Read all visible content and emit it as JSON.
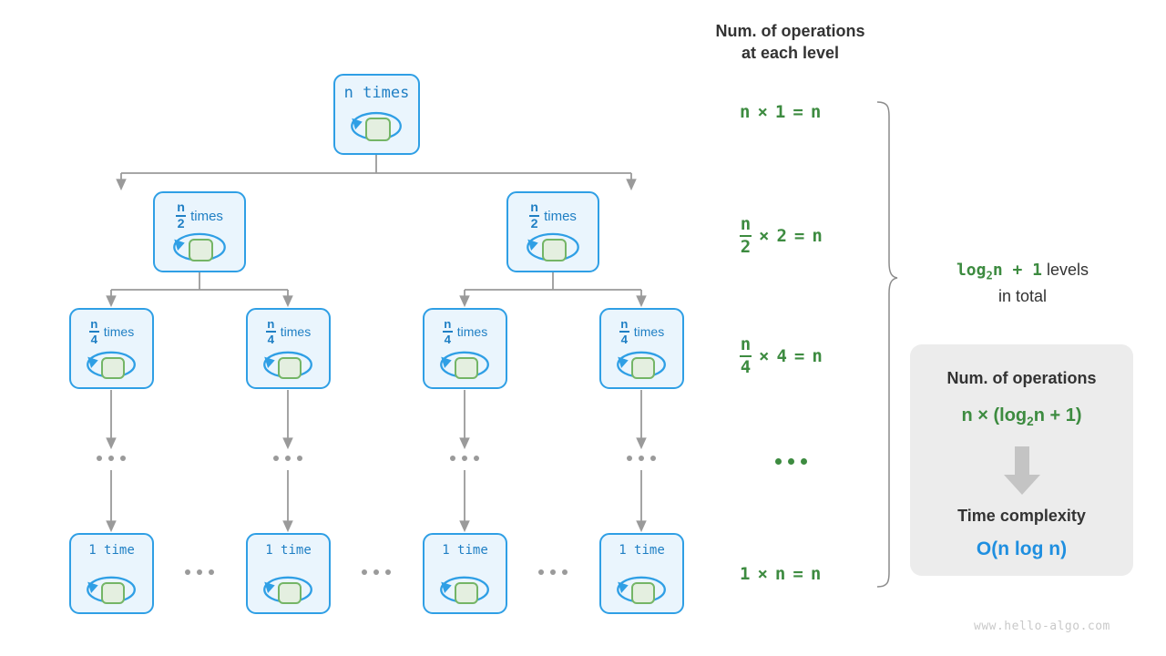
{
  "diagram": {
    "title_right": "Num. of operations\nat each level",
    "watermark": "www.hello-algo.com"
  },
  "tree": {
    "levels": [
      {
        "nodes": [
          {
            "label_num": "n",
            "label_word": "times",
            "kind": "plain"
          }
        ]
      },
      {
        "nodes": [
          {
            "label_num": "n",
            "label_den": "2",
            "label_word": "times",
            "kind": "frac"
          },
          {
            "label_num": "n",
            "label_den": "2",
            "label_word": "times",
            "kind": "frac"
          }
        ]
      },
      {
        "nodes": [
          {
            "label_num": "n",
            "label_den": "4",
            "label_word": "times",
            "kind": "frac"
          },
          {
            "label_num": "n",
            "label_den": "4",
            "label_word": "times",
            "kind": "frac"
          },
          {
            "label_num": "n",
            "label_den": "4",
            "label_word": "times",
            "kind": "frac"
          },
          {
            "label_num": "n",
            "label_den": "4",
            "label_word": "times",
            "kind": "frac"
          }
        ]
      },
      {
        "nodes": [
          {
            "label_num": "1",
            "label_word": "time",
            "kind": "plain"
          },
          {
            "label_num": "1",
            "label_word": "time",
            "kind": "plain"
          },
          {
            "label_num": "1",
            "label_word": "time",
            "kind": "plain"
          },
          {
            "label_num": "1",
            "label_word": "time",
            "kind": "plain"
          }
        ]
      }
    ],
    "node_labels": {
      "root": "n times",
      "level2": "n/2 times",
      "level3": "n/4 times",
      "leaf": "1 time"
    }
  },
  "operations_column": {
    "rows": [
      {
        "left_num": "n",
        "left_den": "",
        "times": "×",
        "factor": "1",
        "eq": "=",
        "result": "n"
      },
      {
        "left_num": "n",
        "left_den": "2",
        "times": "×",
        "factor": "2",
        "eq": "=",
        "result": "n"
      },
      {
        "left_num": "n",
        "left_den": "4",
        "times": "×",
        "factor": "4",
        "eq": "=",
        "result": "n"
      },
      {
        "ellipsis": true
      },
      {
        "left_num": "1",
        "left_den": "",
        "times": "×",
        "factor": "n",
        "eq": "=",
        "result": "n"
      }
    ]
  },
  "levels_note": {
    "formula": "log₂n + 1",
    "text_after": "levels",
    "text_line2": "in total"
  },
  "summary_panel": {
    "title_ops": "Num. of operations",
    "ops_formula": "n × (log₂n + 1)",
    "arrow": "down-arrow",
    "title_time": "Time complexity",
    "time_value": "O(n log n)"
  },
  "colors": {
    "node_border": "#2f9fe5",
    "node_fill": "#eaf5fd",
    "node_text": "#1f7fc4",
    "inner_fill": "#e4efe0",
    "inner_border": "#74b566",
    "green": "#3d8b40",
    "blue": "#1f8fe0",
    "gray_panel": "#ececec",
    "wire": "#9a9a9a",
    "heading": "#333333",
    "watermark": "#c9c9c9"
  }
}
